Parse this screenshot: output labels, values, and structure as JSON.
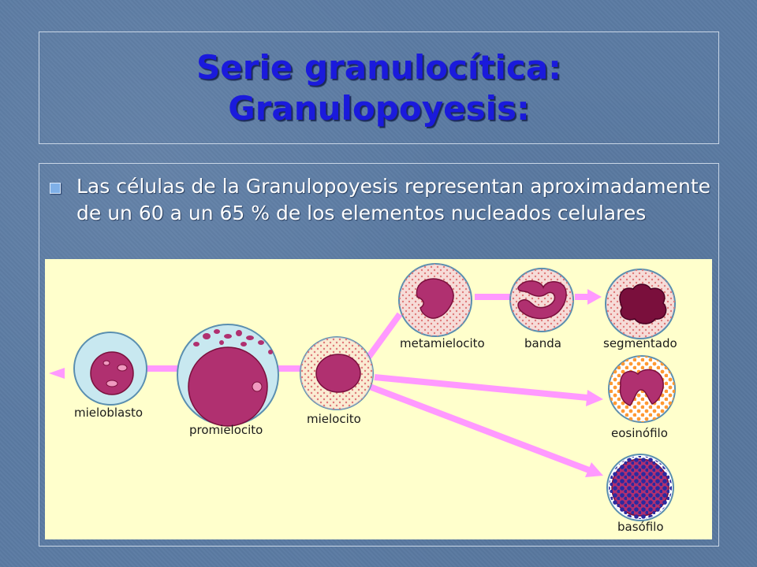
{
  "slide": {
    "title_line1": "Serie granulocítica:",
    "title_line2": "Granulopoyesis:",
    "bullet_text": "Las células de la Granulopoyesis representan aproximadamente de un 60 a un 65 % de los elementos nucleados celulares"
  },
  "diagram": {
    "labels": {
      "mieloblasto": "mieloblasto",
      "promielocito": "promielocito",
      "mielocito": "mielocito",
      "metamielocito": "metamielocito",
      "banda": "banda",
      "segmentado": "segmentado",
      "eosinofilo": "eosinófilo",
      "basofilo": "basófilo"
    },
    "colors": {
      "background": "#ffffcc",
      "arrow": "#ff99ff",
      "nucleus": "#b03070",
      "dark_nucleus": "#7a0f3c",
      "blast_cytoplasm": "#c8e8f0",
      "granule_cytoplasm": "#f6dcd8",
      "eosin_granules": "#ff9933",
      "baso_granules": "#2a2aa0"
    }
  }
}
